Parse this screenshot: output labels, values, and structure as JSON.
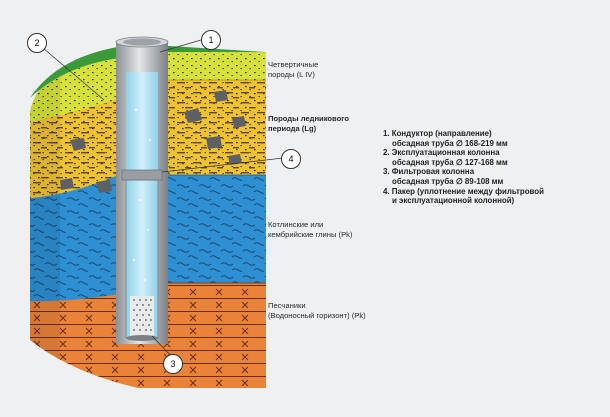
{
  "layers": [
    {
      "label_lines": [
        "Четвертичные",
        "породы (L IV)"
      ],
      "bold": false
    },
    {
      "label_lines": [
        "Породы ледникового",
        "периода (Lg)"
      ],
      "bold": true
    },
    {
      "label_lines": [
        "Котлинские или",
        "кембрийские глины (Pk)"
      ],
      "bold": false
    },
    {
      "label_lines": [
        "Песчаники",
        "(Водоносный горизонт) (Pk)"
      ],
      "bold": false
    }
  ],
  "legend": [
    {
      "lines": [
        "1. Кондуктор (направление)",
        "обсадная труба ∅ 168-219 мм"
      ]
    },
    {
      "lines": [
        "2. Эксплуатационная колонна",
        "обсадная труба ∅ 127-168 мм"
      ]
    },
    {
      "lines": [
        "3. Фильтровая колонна",
        "обсадная труба ∅ 89-108 мм"
      ]
    },
    {
      "lines": [
        "4. Пакер (уплотнение между фильтровой",
        "и эксплуатационной колонной)"
      ]
    }
  ],
  "callouts": [
    "1",
    "2",
    "3",
    "4"
  ],
  "colors": {
    "background": "#eef0f1",
    "grass": "#3a9a3a",
    "quaternary": "#d6e23a",
    "glacial": "#f0c232",
    "clay": "#2e8fd2",
    "sandstone": "#e9833a",
    "pipe": "#b9bcbf",
    "water": "#a9dcef"
  }
}
